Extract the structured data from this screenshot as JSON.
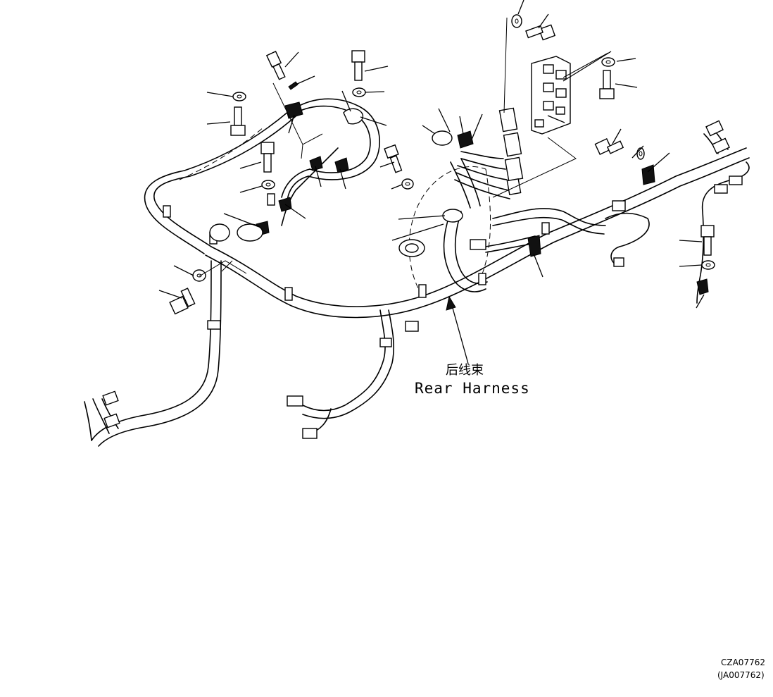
{
  "callout": {
    "label_cn": "后线束",
    "label_en": "Rear Harness"
  },
  "drawing_id": {
    "primary": "CZA07762",
    "secondary": "(JA007762)"
  }
}
